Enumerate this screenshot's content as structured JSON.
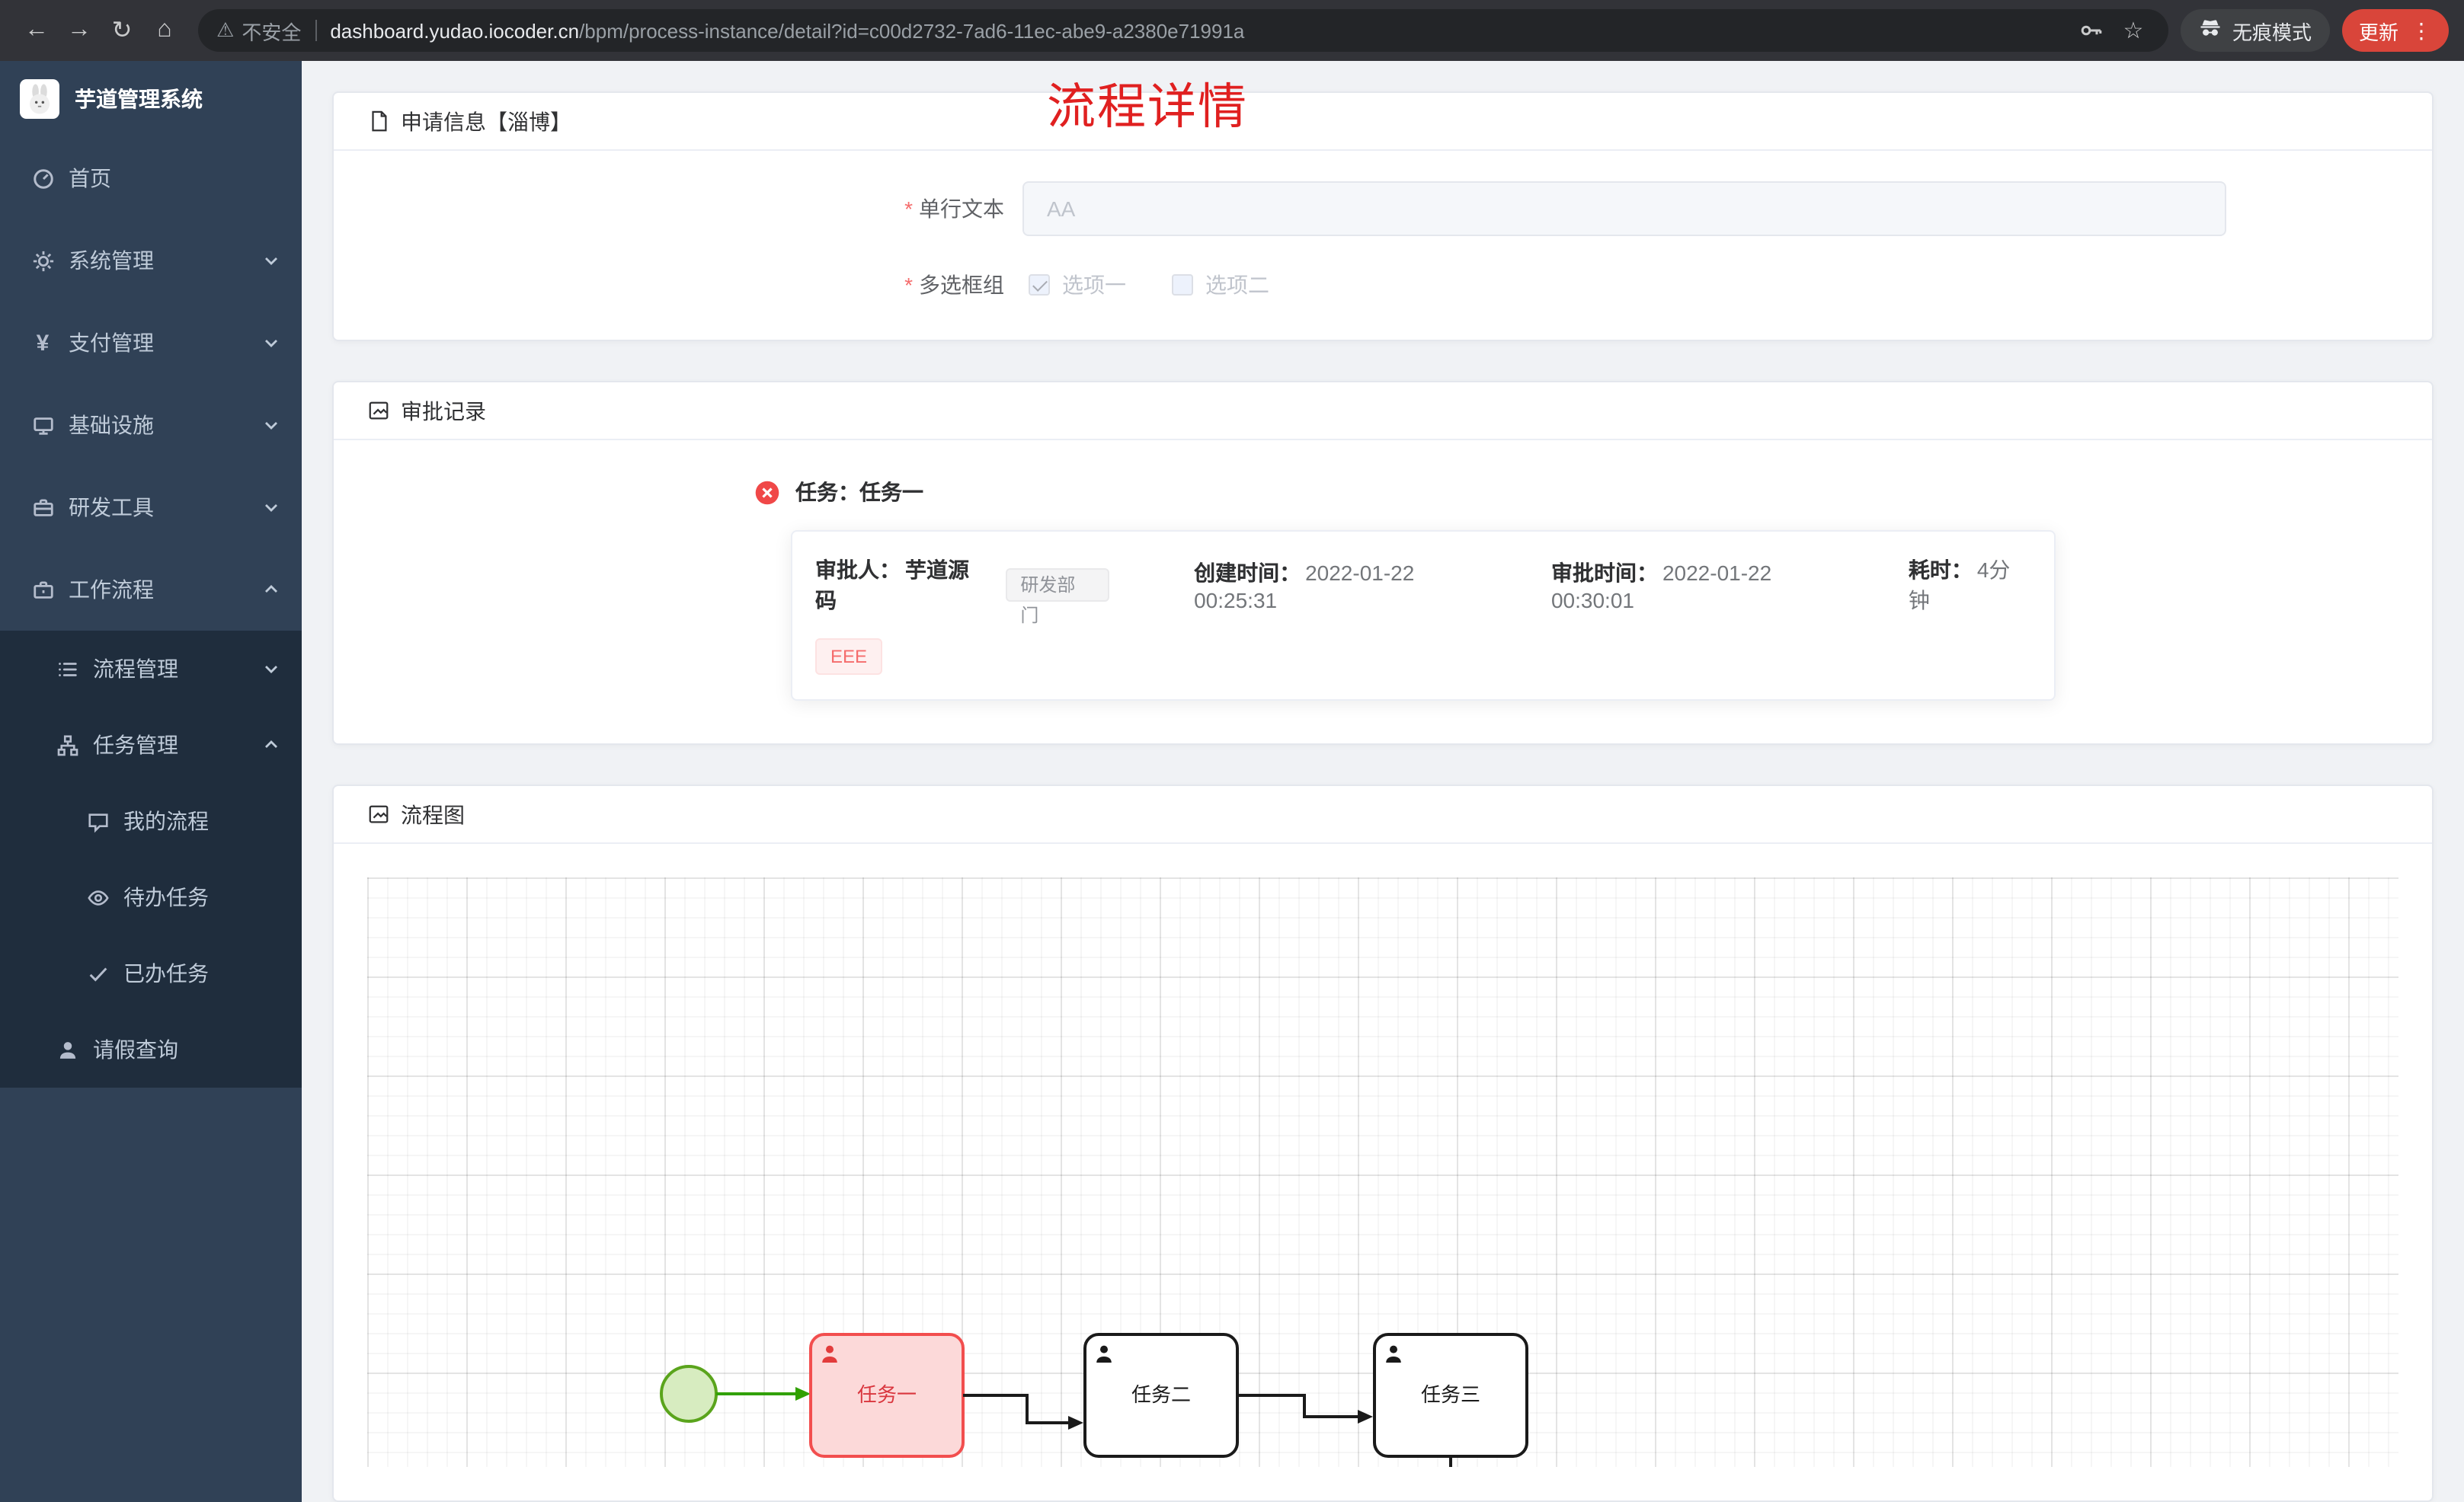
{
  "browser": {
    "url_warning": "不安全",
    "url_host": "dashboard.yudao.iocoder.cn",
    "url_path": "/bpm/process-instance/detail?id=c00d2732-7ad6-11ec-abe9-a2380e71991a",
    "incognito_label": "无痕模式",
    "update_label": "更新"
  },
  "sidebar": {
    "title": "芋道管理系统",
    "items": [
      {
        "label": "首页",
        "icon": "dashboard-icon"
      },
      {
        "label": "系统管理",
        "icon": "gear-icon",
        "arrow": "down"
      },
      {
        "label": "支付管理",
        "icon": "yen-icon",
        "arrow": "down"
      },
      {
        "label": "基础设施",
        "icon": "monitor-icon",
        "arrow": "down"
      },
      {
        "label": "研发工具",
        "icon": "toolbox-icon",
        "arrow": "down"
      },
      {
        "label": "工作流程",
        "icon": "briefcase-icon",
        "arrow": "up"
      },
      {
        "label": "流程管理",
        "icon": "list-icon",
        "arrow": "down"
      },
      {
        "label": "任务管理",
        "icon": "tree-icon",
        "arrow": "up"
      },
      {
        "label": "我的流程",
        "icon": "chat-icon"
      },
      {
        "label": "待办任务",
        "icon": "eye-icon"
      },
      {
        "label": "已办任务",
        "icon": "check-icon"
      },
      {
        "label": "请假查询",
        "icon": "user-icon"
      }
    ]
  },
  "page": {
    "title": "流程详情"
  },
  "cards": {
    "apply": {
      "header": "申请信息【淄博】",
      "required": "*",
      "field1_label": "单行文本",
      "field1_value": "AA",
      "field2_label": "多选框组",
      "option1": "选项一",
      "option2": "选项二"
    },
    "approval": {
      "header": "审批记录",
      "task_title": "任务：任务一",
      "approver_label": "审批人：",
      "approver_name": "芋道源码",
      "dept_tag": "研发部门",
      "created_label": "创建时间：",
      "created_time": "2022-01-22 00:25:31",
      "approved_label": "审批时间：",
      "approved_time": "2022-01-22 00:30:01",
      "duration_label": "耗时：",
      "duration_value": "4分钟",
      "result_tag": "EEE"
    },
    "diagram": {
      "header": "流程图",
      "task1": "任务一",
      "task2": "任务二",
      "task3": "任务三"
    }
  },
  "colors": {
    "title_red": "#e02020",
    "task_highlight_border": "#f24e4e",
    "task_highlight_fill": "#fcd9d9",
    "start_event_green": "#5aa41c",
    "sidebar_bg": "#304156",
    "submenu_bg": "#1f2d3d",
    "update_button_red": "#d9453a"
  }
}
